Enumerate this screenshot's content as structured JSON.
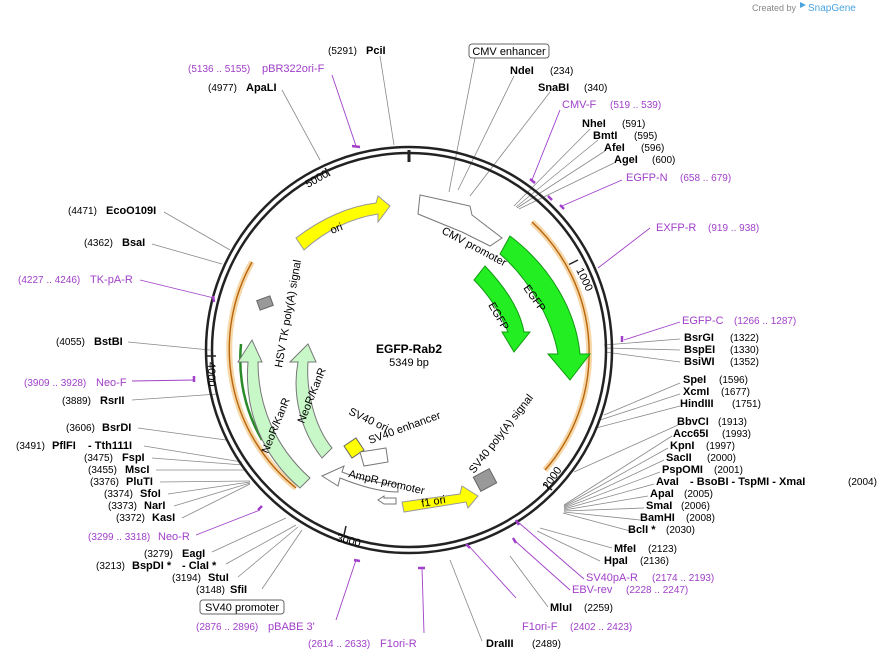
{
  "credit": {
    "created_by": "Created by",
    "brand": "SnapGene"
  },
  "plasmid": {
    "name": "EGFP-Rab2",
    "length": "5349 bp"
  },
  "ruler": {
    "t1000": "1000",
    "t2000": "2000",
    "t3000": "3000",
    "t4000": "4000",
    "t5000": "5000"
  },
  "features": {
    "cmv_promoter": "CMV promoter",
    "egfp_outer": "EGFP",
    "egfp_inner": "EGFP",
    "sv40_polya": "SV40 poly(A) signal",
    "f1_ori": "f1 ori",
    "ampr_promoter": "AmpR promoter",
    "sv40_enhancer": "SV40 enhancer",
    "sv40_ori": "SV40 ori",
    "neor_inner": "NeoR/KanR",
    "neor_outer": "NeoR/KanR",
    "hsv_tk": "HSV TK poly(A) signal",
    "ori": "ori"
  },
  "boxed": {
    "cmv_enhancer": "CMV enhancer",
    "sv40_promoter": "SV40 promoter"
  },
  "sites": {
    "pcii": {
      "pos": "(5291)",
      "name": "PciI"
    },
    "ndei": {
      "name": "NdeI",
      "pos": "(234)"
    },
    "snabi": {
      "name": "SnaBI",
      "pos": "(340)"
    },
    "nhei": {
      "name": "NheI",
      "pos": "(591)"
    },
    "bmti": {
      "name": "BmtI",
      "pos": "(595)"
    },
    "afei": {
      "name": "AfeI",
      "pos": "(596)"
    },
    "agei": {
      "name": "AgeI",
      "pos": "(600)"
    },
    "bsrgi": {
      "name": "BsrGI",
      "pos": "(1322)"
    },
    "bspei": {
      "name": "BspEI",
      "pos": "(1330)"
    },
    "bsiwi": {
      "name": "BsiWI",
      "pos": "(1352)"
    },
    "spei": {
      "name": "SpeI",
      "pos": "(1596)"
    },
    "xcmi": {
      "name": "XcmI",
      "pos": "(1677)"
    },
    "hindiii": {
      "name": "HindIII",
      "pos": "(1751)"
    },
    "bbvci": {
      "name": "BbvCI",
      "pos": "(1913)"
    },
    "acc65i": {
      "name": "Acc65I",
      "pos": "(1993)"
    },
    "kpni": {
      "name": "KpnI",
      "pos": "(1997)"
    },
    "sacii": {
      "name": "SacII",
      "pos": "(2000)"
    },
    "pspomi": {
      "name": "PspOMI",
      "pos": "(2001)"
    },
    "avai": {
      "name": "AvaI",
      "rest": "- BsoBI  - TspMI  - XmaI",
      "pos": "(2004)"
    },
    "apai": {
      "name": "ApaI",
      "pos": "(2005)"
    },
    "smai": {
      "name": "SmaI",
      "pos": "(2006)"
    },
    "bamhi": {
      "name": "BamHI",
      "pos": "(2008)"
    },
    "bcli": {
      "name": "BclI *",
      "pos": "(2030)"
    },
    "mfei": {
      "name": "MfeI",
      "pos": "(2123)"
    },
    "hpai": {
      "name": "HpaI",
      "pos": "(2136)"
    },
    "mlui": {
      "name": "MluI",
      "pos": "(2259)"
    },
    "draiii": {
      "name": "DraIII",
      "pos": "(2489)"
    },
    "sfii": {
      "pos": "(3148)",
      "name": "SfiI"
    },
    "stui": {
      "pos": "(3194)",
      "name": "StuI"
    },
    "bspdi": {
      "pos": "(3213)",
      "name": "BspDI *",
      "rest": "- ClaI *"
    },
    "eagi": {
      "pos": "(3279)",
      "name": "EagI"
    },
    "kasi": {
      "pos": "(3372)",
      "name": "KasI"
    },
    "nari": {
      "pos": "(3373)",
      "name": "NarI"
    },
    "sfoi": {
      "pos": "(3374)",
      "name": "SfoI"
    },
    "pluti": {
      "pos": "(3376)",
      "name": "PluTI"
    },
    "msci": {
      "pos": "(3455)",
      "name": "MscI"
    },
    "fspi": {
      "pos": "(3475)",
      "name": "FspI"
    },
    "pflfi": {
      "pos": "(3491)",
      "name": "PflFI",
      "rest": "- Tth111I"
    },
    "bsrdi": {
      "pos": "(3606)",
      "name": "BsrDI"
    },
    "rsrii": {
      "pos": "(3889)",
      "name": "RsrII"
    },
    "bstbi": {
      "pos": "(4055)",
      "name": "BstBI"
    },
    "bsai": {
      "pos": "(4362)",
      "name": "BsaI"
    },
    "ecoo109i": {
      "pos": "(4471)",
      "name": "EcoO109I"
    },
    "apali": {
      "pos": "(4977)",
      "name": "ApaLI"
    }
  },
  "primers": {
    "pbr322": {
      "range": "(5136 .. 5155)",
      "name": "pBR322ori-F"
    },
    "cmvf": {
      "name": "CMV-F",
      "range": "(519 .. 539)"
    },
    "egfpn": {
      "name": "EGFP-N",
      "range": "(658 .. 679)"
    },
    "exfpr": {
      "name": "EXFP-R",
      "range": "(919 .. 938)"
    },
    "egfpc": {
      "name": "EGFP-C",
      "range": "(1266 .. 1287)"
    },
    "sv40par": {
      "name": "SV40pA-R",
      "range": "(2174 .. 2193)"
    },
    "ebvrev": {
      "name": "EBV-rev",
      "range": "(2228 .. 2247)"
    },
    "f1orif": {
      "name": "F1ori-F",
      "range": "(2402 .. 2423)"
    },
    "f1orir": {
      "range": "(2614 .. 2633)",
      "name": "F1ori-R"
    },
    "pbabe": {
      "range": "(2876 .. 2896)",
      "name": "pBABE 3'"
    },
    "neor": {
      "range": "(3299 .. 3318)",
      "name": "Neo-R"
    },
    "neof": {
      "range": "(3909 .. 3928)",
      "name": "Neo-F"
    },
    "tkpar": {
      "range": "(4227 .. 4246)",
      "name": "TK-pA-R"
    }
  },
  "colors": {
    "backbone": "#222222",
    "egfp": "#22ee22",
    "ori": "#ffff00",
    "neor": "#c8f7c8",
    "primer": "#a040c8",
    "orf": "#e8a040"
  }
}
